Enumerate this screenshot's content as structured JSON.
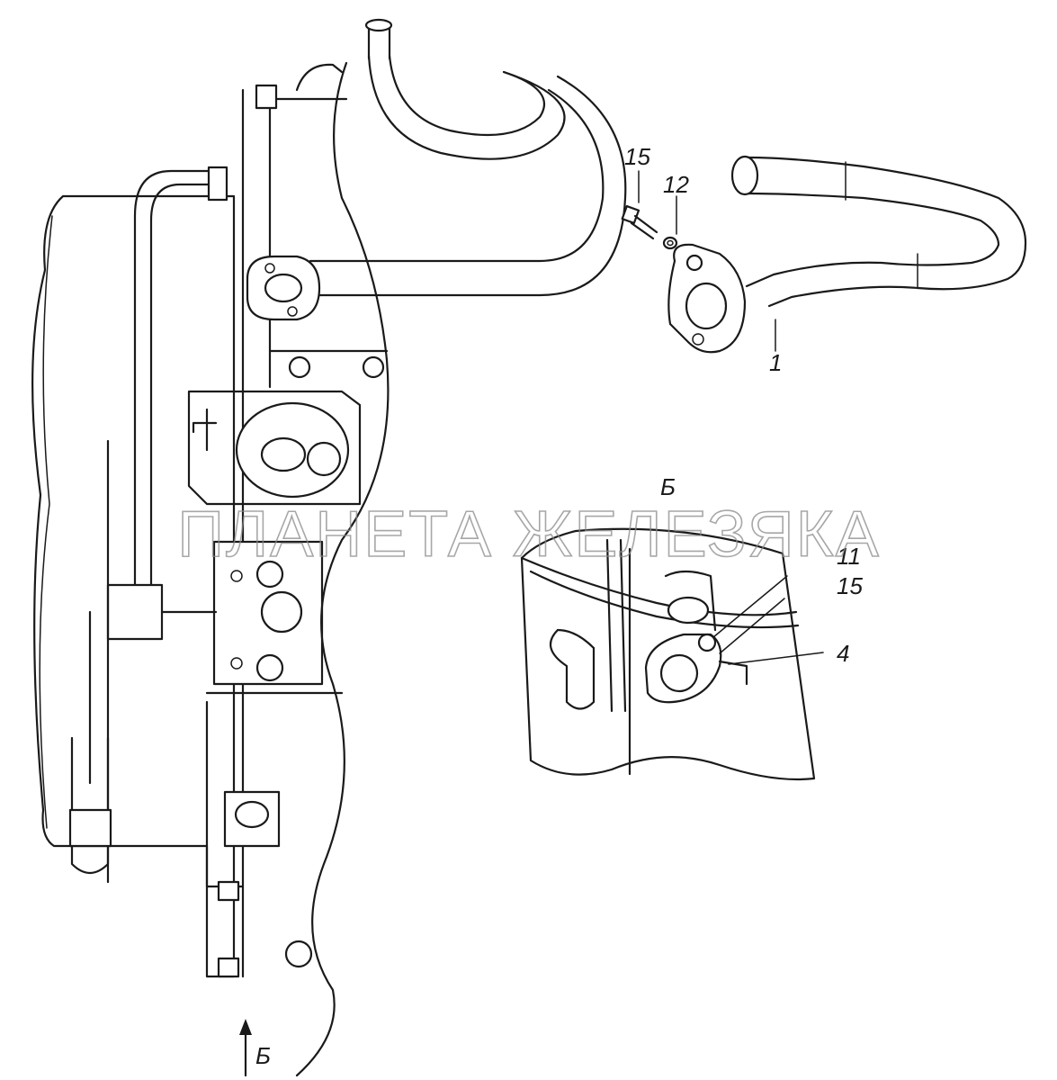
{
  "watermark": "ПЛАНЕТА ЖЕЛЕЗЯКА",
  "view_labels": {
    "main_arrow": "Б",
    "inset_title": "Б"
  },
  "callouts": {
    "part_15": "15",
    "part_12": "12",
    "part_1": "1",
    "part_11": "11",
    "part_15_inset": "15",
    "part_4": "4"
  }
}
